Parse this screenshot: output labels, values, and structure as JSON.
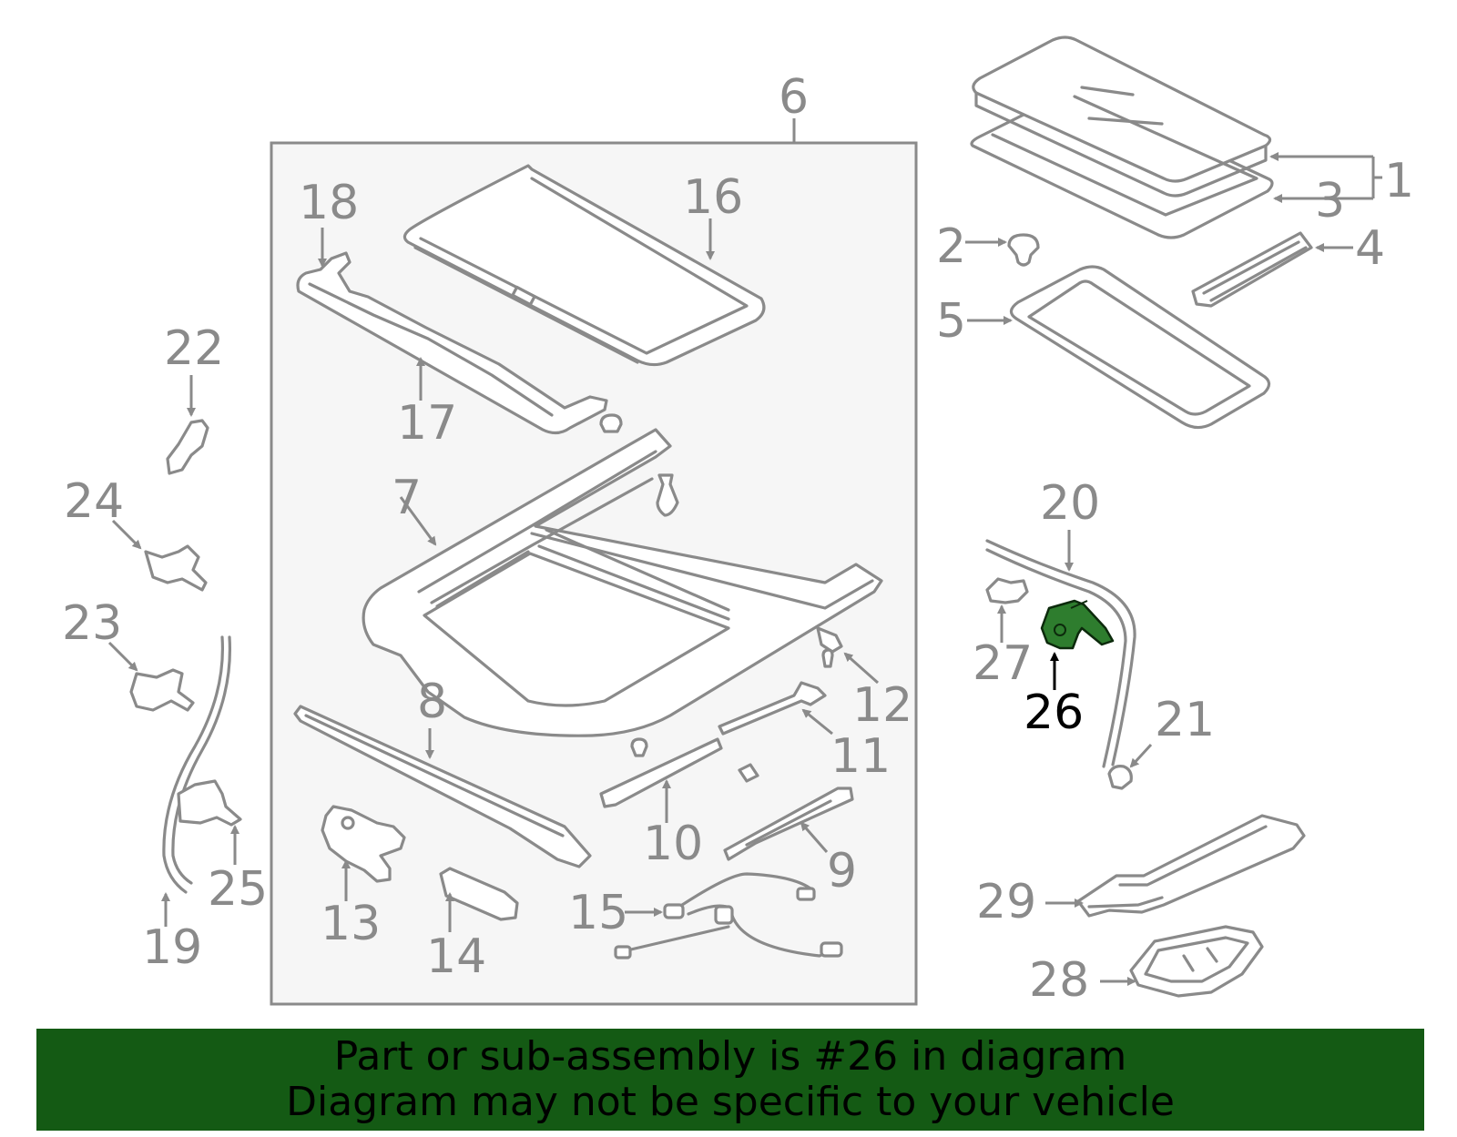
{
  "callouts": {
    "c1": "1",
    "c2": "2",
    "c3": "3",
    "c4": "4",
    "c5": "5",
    "c6": "6",
    "c7": "7",
    "c8": "8",
    "c9": "9",
    "c10": "10",
    "c11": "11",
    "c12": "12",
    "c13": "13",
    "c14": "14",
    "c15": "15",
    "c16": "16",
    "c17": "17",
    "c18": "18",
    "c19": "19",
    "c20": "20",
    "c21": "21",
    "c22": "22",
    "c23": "23",
    "c24": "24",
    "c25": "25",
    "c26": "26",
    "c27": "27",
    "c28": "28",
    "c29": "29"
  },
  "highlight": {
    "part_number": "26",
    "color": "#2e7d2e"
  },
  "colors": {
    "line": "#8a8a8a",
    "banner": "#145a14",
    "assembly_box": "#f6f6f6"
  },
  "banner": {
    "line1": "Part or sub-assembly is #26 in diagram",
    "line2": "Diagram may not be specific to your vehicle"
  }
}
